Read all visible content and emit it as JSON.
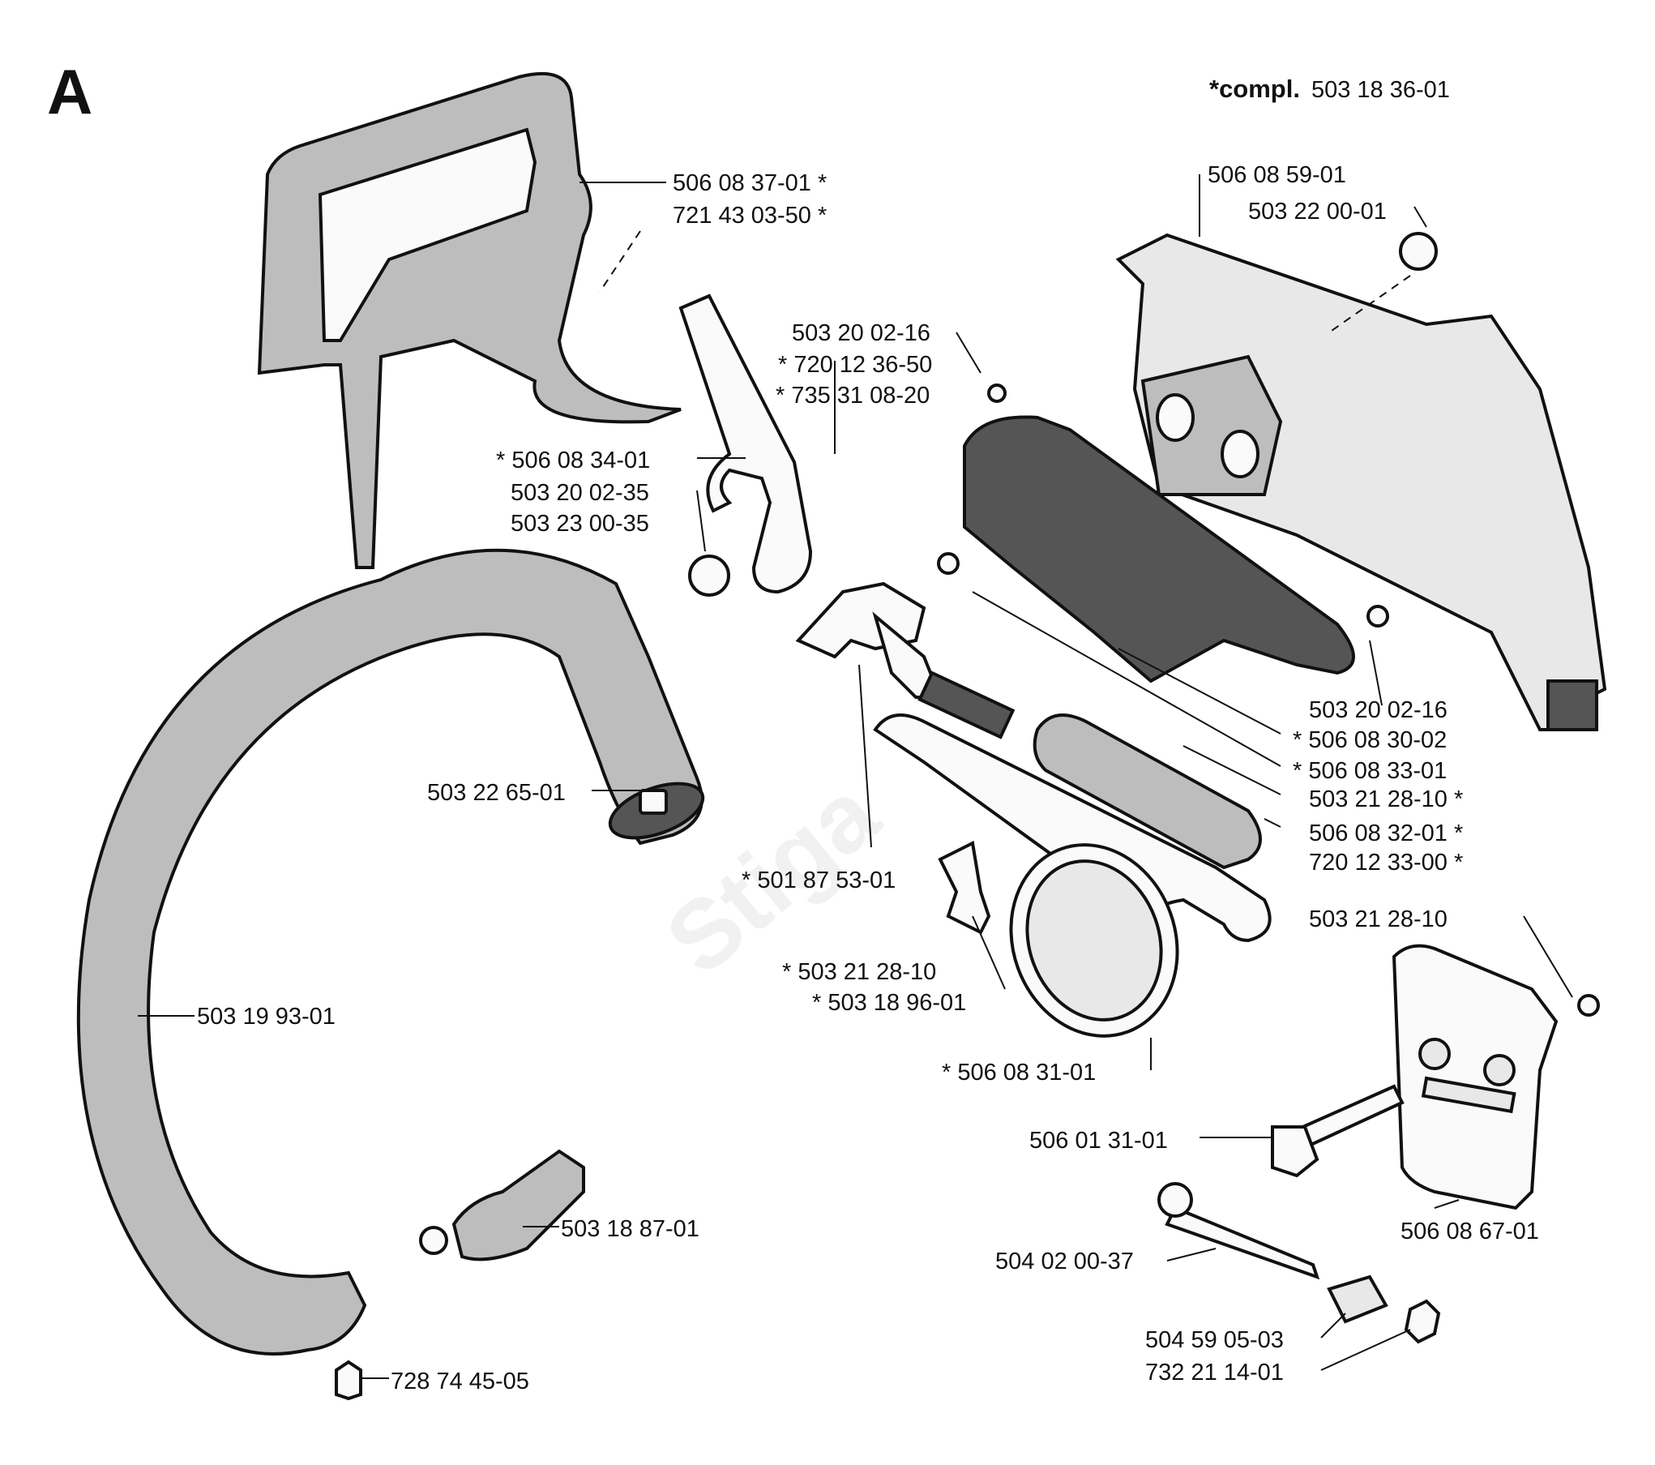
{
  "section_letter": "A",
  "complete_kit": {
    "prefix": "*compl.",
    "number": "503 18 36-01"
  },
  "watermark": "Stiga",
  "labels": {
    "l1": "506 08 37-01 *",
    "l2": "721 43 03-50 *",
    "l3": "506 08 59-01",
    "l4": "503 22 00-01",
    "l5": "503 20 02-16",
    "l6": "* 720 12 36-50",
    "l7": "* 735 31 08-20",
    "l8": "* 506 08 34-01",
    "l9": "503 20 02-35",
    "l10": "503 23 00-35",
    "l11": "503 20 02-16",
    "l12": "* 506 08 30-02",
    "l13": "* 506 08 33-01",
    "l14": "503 21 28-10 *",
    "l15": "503 22 65-01",
    "l16": "506 08 32-01 *",
    "l17": "720 12 33-00 *",
    "l18": "* 501 87 53-01",
    "l19": "503 21 28-10",
    "l20": "* 503 21 28-10",
    "l21": "* 503 18 96-01",
    "l22": "503 19 93-01",
    "l23": "* 506 08 31-01",
    "l24": "506 01 31-01",
    "l25": "506 08 67-01",
    "l26": "503 18 87-01",
    "l27": "504 02 00-37",
    "l28": "504 59 05-03",
    "l29": "732 21 14-01",
    "l30": "728 74 45-05"
  }
}
